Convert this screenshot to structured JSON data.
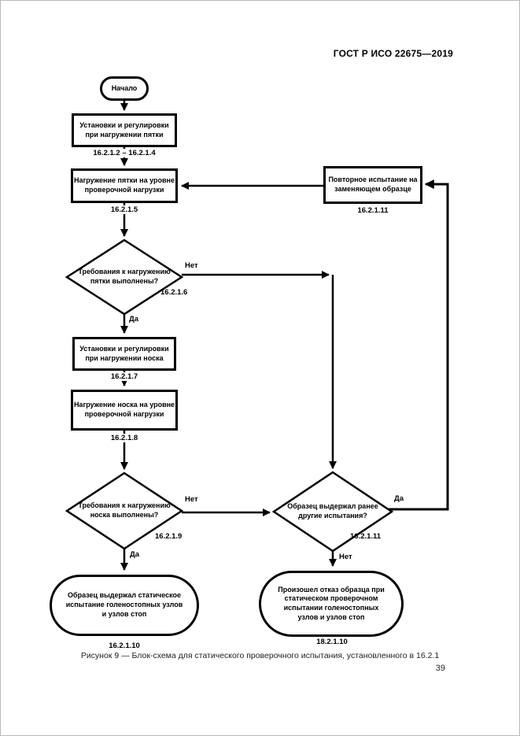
{
  "page": {
    "header": "ГОСТ Р ИСО 22675—2019",
    "caption": "Рисунок 9 — Блок-схема для статического проверочного испытания, установленного в 16.2.1",
    "page_number": "39"
  },
  "flowchart": {
    "edge_labels": {
      "yes": "Да",
      "no": "Нет"
    },
    "colors": {
      "line": "#000000",
      "text": "#000000",
      "background": "#ffffff"
    },
    "nodes": {
      "start": {
        "type": "terminator",
        "label": "Начало"
      },
      "setup_heel": {
        "type": "process",
        "label": "Установки и регулировки при нагружении пятки",
        "ref": "16.2.1.2 – 16.2.1.4"
      },
      "load_heel": {
        "type": "process",
        "label": "Нагружение пятки на уровне проверочной нагрузки",
        "ref": "16.2.1.5"
      },
      "repeat_substitute": {
        "type": "process",
        "label": "Повторное испытание на заменяющем образце",
        "ref": "16.2.1.11"
      },
      "heel_requirements": {
        "type": "decision",
        "label": "Требования к нагружению пятки выполнены?",
        "ref": "16.2.1.6"
      },
      "setup_toe": {
        "type": "process",
        "label": "Установки и регулировки при нагружении носка",
        "ref": "16.2.1.7"
      },
      "load_toe": {
        "type": "process",
        "label": "Нагружение носка на уровне проверочной нагрузки",
        "ref": "16.2.1.8"
      },
      "toe_requirements": {
        "type": "decision",
        "label": "Требования к нагружению носка выполнены?",
        "ref": "16.2.1.9"
      },
      "survived_prior": {
        "type": "decision",
        "label": "Образец выдержал ранее другие испытания?",
        "ref": "16.2.1.11"
      },
      "pass": {
        "type": "terminator",
        "label": "Образец выдержал статическое испытание голеностопных узлов и узлов стоп",
        "ref": "16.2.1.10"
      },
      "fail": {
        "type": "terminator",
        "label": "Произошел отказ образца при статическом проверочном испытании голеностопных узлов и узлов стоп",
        "ref": "18.2.1.10"
      }
    }
  }
}
